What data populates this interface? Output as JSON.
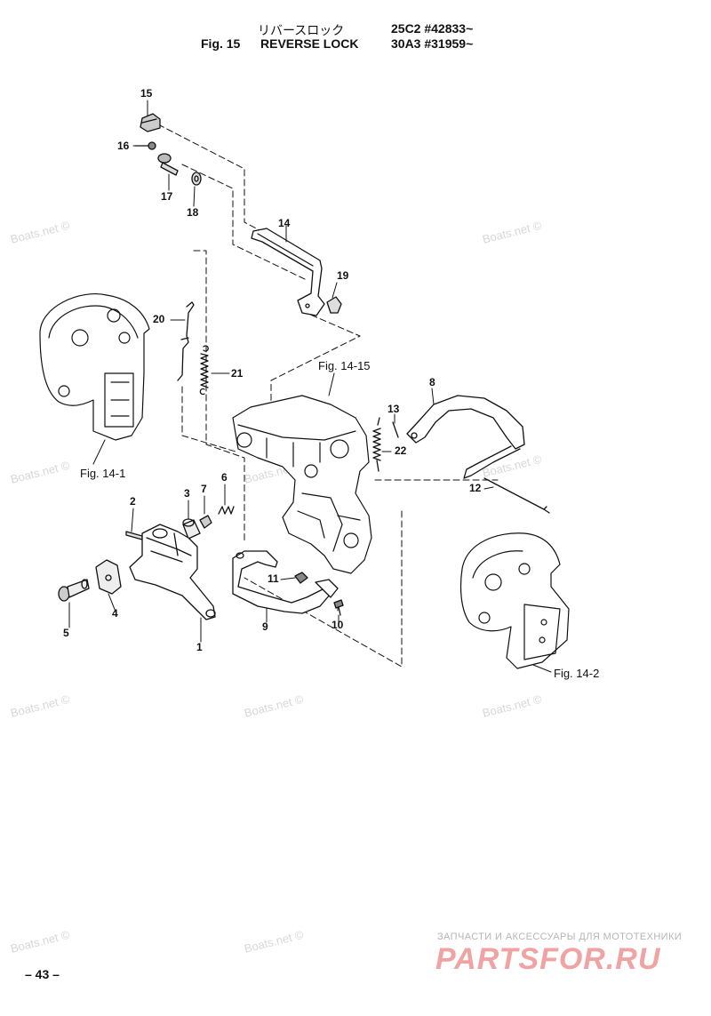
{
  "header": {
    "jp_title": "リバースロック",
    "fig_label": "Fig. 15",
    "title": "REVERSE LOCK",
    "serial_1": "25C2 #42833~",
    "serial_2": "30A3 #31959~"
  },
  "parts": [
    "1",
    "2",
    "3",
    "4",
    "5",
    "6",
    "7",
    "8",
    "9",
    "10",
    "11",
    "12",
    "13",
    "14",
    "15",
    "16",
    "17",
    "18",
    "19",
    "20",
    "21",
    "22"
  ],
  "refs": {
    "fig14_1": "Fig. 14-1",
    "fig14_2": "Fig. 14-2",
    "fig14_15": "Fig. 14-15"
  },
  "watermark": "Boats.net ©",
  "page_number": "– 43 –",
  "footer": {
    "tagline": "ЗАПЧАСТИ И АКСЕССУАРЫ ДЛЯ МОТОТЕХНИКИ",
    "brand": "PARTSFOR.RU"
  }
}
